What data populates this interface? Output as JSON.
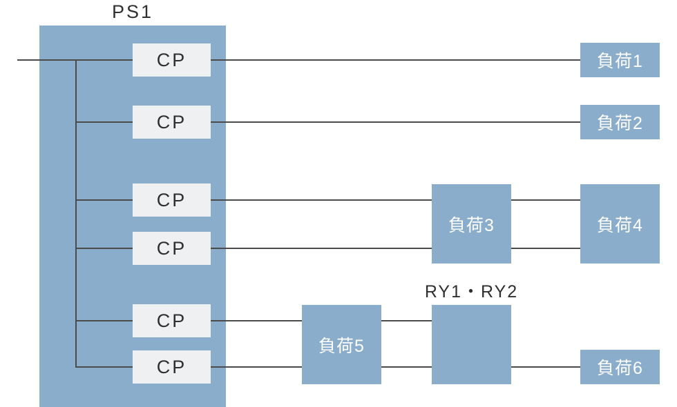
{
  "diagram": {
    "power_supply_label": "PS1",
    "cp_units": [
      "CP",
      "CP",
      "CP",
      "CP",
      "CP",
      "CP"
    ],
    "loads": [
      "負荷1",
      "負荷2",
      "負荷3",
      "負荷4",
      "負荷5",
      "負荷6"
    ],
    "relay_label": "RY1・RY2",
    "colors": {
      "box_blue": "#8badcc",
      "cp_fill": "#eef0f1",
      "wire": "#4a4a4a",
      "label_dark": "#2f2f2f",
      "label_light": "#ffffff"
    }
  }
}
